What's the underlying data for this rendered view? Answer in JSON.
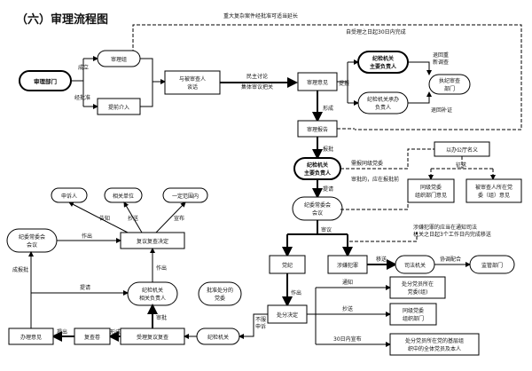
{
  "title": "（六）审理流程图",
  "nodes": {
    "start": "审理部门",
    "review_group": "审理组",
    "early": "提前介入",
    "talk_1": "与被审查人",
    "talk_2": "谈话",
    "opinion": "审理意见",
    "leader_1": "纪检机关",
    "leader_2": "主要负责人",
    "sec_1": "纪检机关承办",
    "sec_2": "负责人",
    "exec_1": "执纪审查",
    "exec_2": "部门",
    "report": "审理报告",
    "leader_b_1": "纪检机关",
    "leader_b_2": "主要负责人",
    "committee_1": "纪委常委会",
    "committee_2": "会议",
    "office": "以办公厅名义",
    "party_1": "同级党委",
    "party_2": "组织部门意见",
    "unit_1": "被审查人所在党",
    "unit_2": "委（组）意见",
    "disc": "党纪",
    "crime": "涉嫌犯罪",
    "judicial": "司法机关",
    "supervise": "监管部门",
    "decision": "处分决定",
    "notice_party_1": "处分党员所在",
    "notice_party_2": "党委(组)",
    "cc_1": "同级党委",
    "cc_2": "组织部门",
    "announce_1": "处分党员所在党的基层组",
    "announce_2": "织中的全体党员及本人",
    "appeal": "申诉人",
    "related": "相关单位",
    "scope": "一定范围内",
    "review_decision": "复议复查决定",
    "reply_1": "批准处分的",
    "reply_2": "党委",
    "standing_1": "纪委常委会",
    "standing_2": "会议",
    "leader_c_1": "纪检机关",
    "leader_c_2": "相关负责人",
    "accept": "受理复议复查",
    "recheck": "复查卷",
    "handle": "办理意见",
    "discip_org": "纪检机关"
  },
  "labels": {
    "formed": "成立",
    "approved": "经批准",
    "discuss_1": "民主讨论",
    "discuss_2": "集体审议把关",
    "ask": "提报",
    "back_1": "退回重",
    "back_2": "新调查",
    "back_note": "退回补证",
    "form": "形成",
    "report_approve": "报批",
    "dash_top": "重大复杂案件经批准可适当延长",
    "dash_top2": "自受理之日起30日内完成",
    "request_note_1": "需报同级党委",
    "request_note_2": "审批的，应在报批前",
    "submit": "提请",
    "consult": "征求",
    "review": "审议",
    "transfer": "移送",
    "cooperate": "协调配合",
    "judicial_note_1": "涉嫌犯罪的应当在通知司法",
    "judicial_note_2": "机关之日起3个工作日内完成移送",
    "issue": "作出",
    "notify": "通知",
    "copy": "抄送",
    "announce_30": "30日内宣布",
    "tell": "告知",
    "cc2": "抄送",
    "declare": "宣布",
    "issue2": "作出",
    "approve2": "审批",
    "submit2": "提请",
    "approve3": "成报批",
    "form2": "形成",
    "ask2": "提出",
    "disagree_1": "不服",
    "disagree_2": "申诉"
  }
}
